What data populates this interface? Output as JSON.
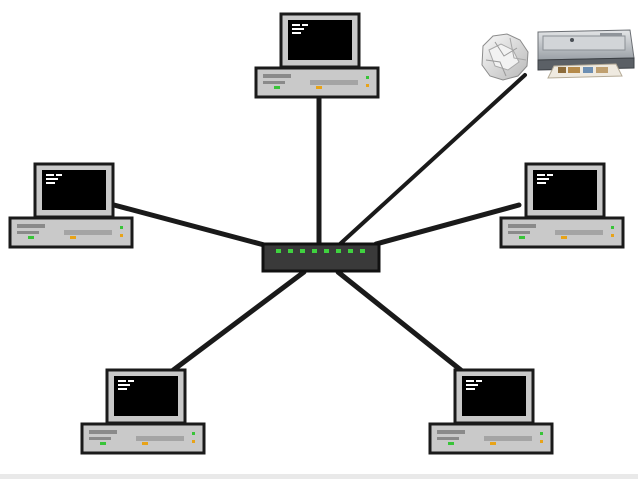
{
  "diagram": {
    "type": "star-topology",
    "nodes": [
      {
        "id": "hub",
        "kind": "hub",
        "ports": 8
      },
      {
        "id": "computer-top",
        "kind": "computer"
      },
      {
        "id": "computer-left",
        "kind": "computer"
      },
      {
        "id": "computer-right",
        "kind": "computer"
      },
      {
        "id": "computer-bottom-left",
        "kind": "computer"
      },
      {
        "id": "computer-bottom-right",
        "kind": "computer"
      },
      {
        "id": "printer",
        "kind": "printer"
      }
    ],
    "links": [
      {
        "from": "hub",
        "to": "computer-top"
      },
      {
        "from": "hub",
        "to": "computer-left"
      },
      {
        "from": "hub",
        "to": "computer-right"
      },
      {
        "from": "hub",
        "to": "computer-bottom-left"
      },
      {
        "from": "hub",
        "to": "computer-bottom-right"
      },
      {
        "from": "hub",
        "to": "printer"
      }
    ],
    "colors": {
      "cable": "#1a1a1a",
      "hub_body": "#3a3a3a",
      "hub_led": "#3fd23f",
      "case": "#c9c9c9",
      "screen": "#000000",
      "case_led_green": "#38c438",
      "case_led_orange": "#e8a317"
    }
  }
}
